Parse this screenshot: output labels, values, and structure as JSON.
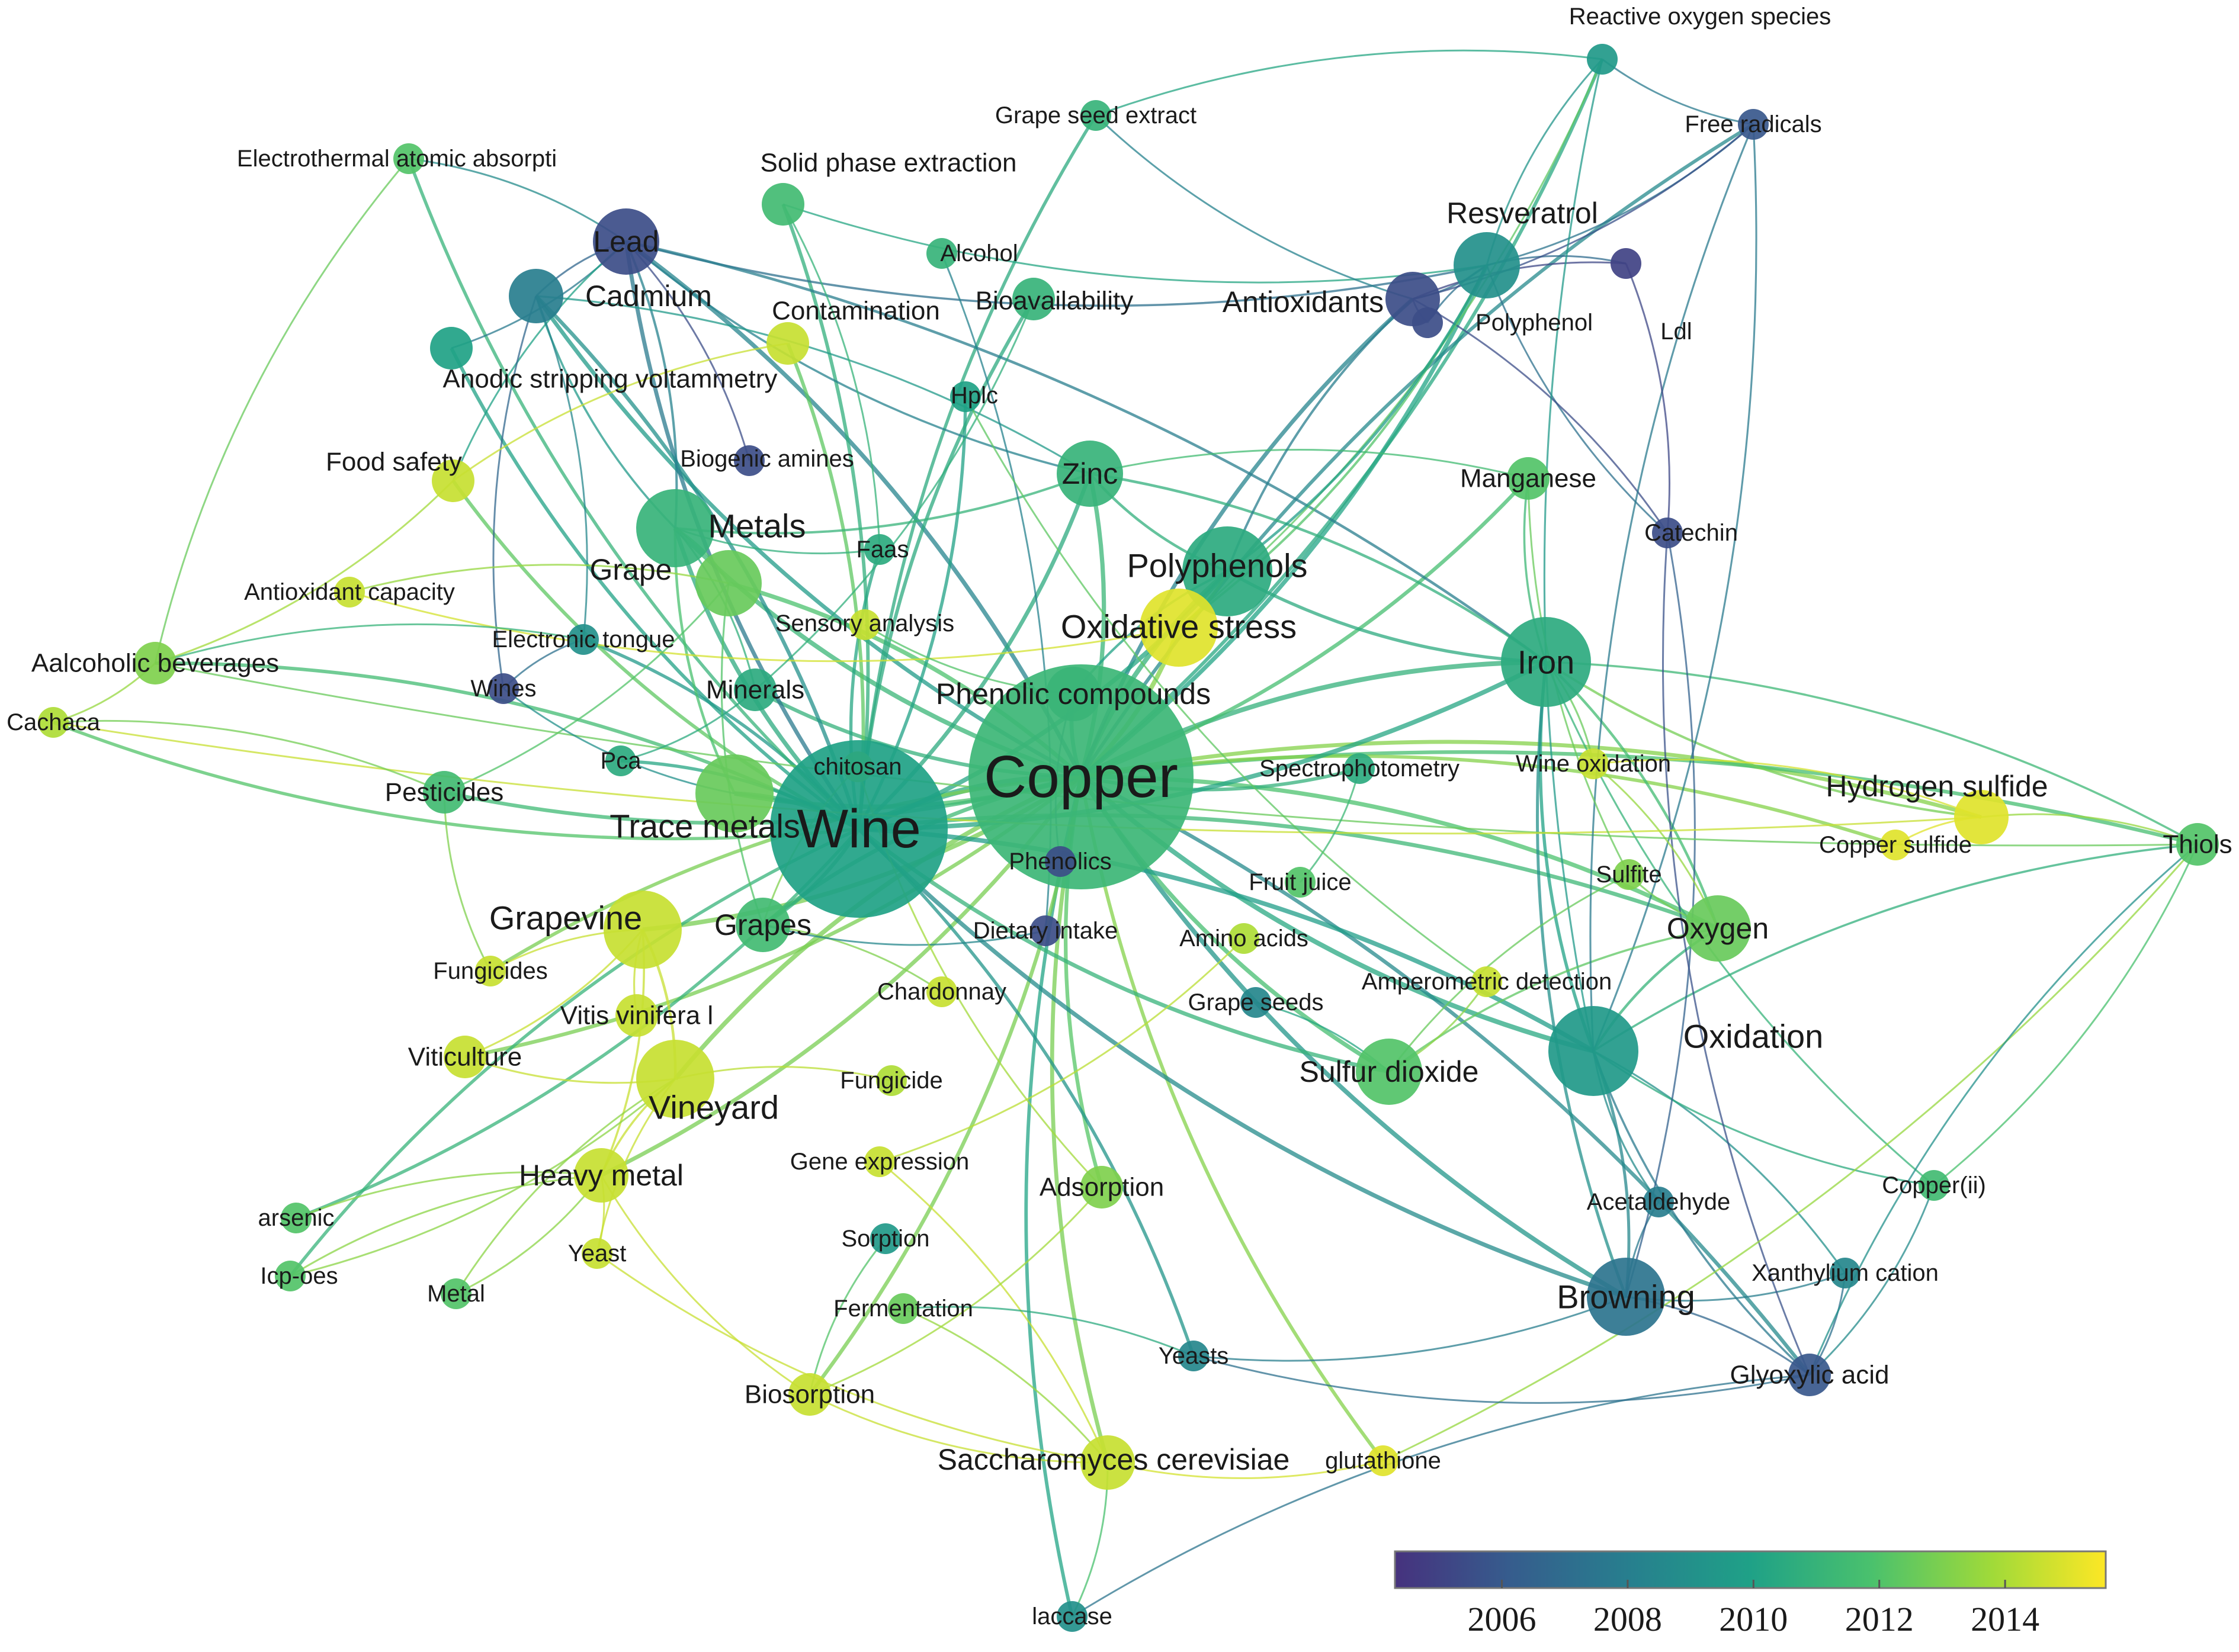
{
  "colors": {
    "scale": [
      "#46327e",
      "#365c8d",
      "#277f8e",
      "#1fa187",
      "#4ac16d",
      "#a0da39",
      "#fde725"
    ],
    "background": "#ffffff"
  },
  "legend": {
    "ticks": [
      "2006",
      "2008",
      "2010",
      "2012",
      "2014"
    ],
    "year_min": 2004.3,
    "year_max": 2015.6
  },
  "nodes": [
    {
      "id": "reactive-oxygen-species",
      "label": "Reactive oxygen species",
      "year": 2009.5,
      "weight": 1
    },
    {
      "id": "free-radicals",
      "label": "Free radicals",
      "year": 2006.0,
      "weight": 1
    },
    {
      "id": "grape-seed-extract",
      "label": "Grape seed extract",
      "year": 2011.0,
      "weight": 1
    },
    {
      "id": "electrothermal-atomic-absorption",
      "label": "Electrothermal atomic absorpti",
      "year": 2012.0,
      "weight": 1
    },
    {
      "id": "solid-phase-extraction",
      "label": "Solid phase extraction",
      "year": 2011.5,
      "weight": 2
    },
    {
      "id": "resveratrol",
      "label": "Resveratrol",
      "year": 2009.0,
      "weight": 4
    },
    {
      "id": "lead",
      "label": "Lead",
      "year": 2005.5,
      "weight": 4
    },
    {
      "id": "alcohol",
      "label": "Alcohol",
      "year": 2011.0,
      "weight": 1
    },
    {
      "id": "cadmium",
      "label": "Cadmium",
      "year": 2008.0,
      "weight": 3
    },
    {
      "id": "contamination",
      "label": "Contamination",
      "year": 2014.5,
      "weight": 2
    },
    {
      "id": "bioavailability",
      "label": "Bioavailability",
      "year": 2011.0,
      "weight": 2
    },
    {
      "id": "antioxidants",
      "label": "Antioxidants",
      "year": 2005.5,
      "weight": 3
    },
    {
      "id": "polyphenol",
      "label": "Polyphenol",
      "year": 2005.5,
      "weight": 1
    },
    {
      "id": "ldl",
      "label": "Ldl",
      "year": 2005.0,
      "weight": 1
    },
    {
      "id": "anodic-stripping-voltammetry",
      "label": "Anodic stripping voltammetry",
      "year": 2010.0,
      "weight": 2
    },
    {
      "id": "hplc",
      "label": "Hplc",
      "year": 2010.0,
      "weight": 1
    },
    {
      "id": "food-safety",
      "label": "Food safety",
      "year": 2014.5,
      "weight": 2
    },
    {
      "id": "biogenic-amines",
      "label": "Biogenic amines",
      "year": 2005.5,
      "weight": 1
    },
    {
      "id": "zinc",
      "label": "Zinc",
      "year": 2011.0,
      "weight": 4
    },
    {
      "id": "manganese",
      "label": "Manganese",
      "year": 2012.0,
      "weight": 2
    },
    {
      "id": "metals",
      "label": "Metals",
      "year": 2011.0,
      "weight": 5
    },
    {
      "id": "faas",
      "label": "Faas",
      "year": 2010.5,
      "weight": 1
    },
    {
      "id": "catechin",
      "label": "Catechin",
      "year": 2005.5,
      "weight": 1
    },
    {
      "id": "grape",
      "label": "Grape",
      "year": 2012.5,
      "weight": 4
    },
    {
      "id": "polyphenols",
      "label": "Polyphenols",
      "year": 2010.5,
      "weight": 6
    },
    {
      "id": "antioxidant-capacity",
      "label": "Antioxidant capacity",
      "year": 2014.5,
      "weight": 1
    },
    {
      "id": "sensory-analysis",
      "label": "Sensory analysis",
      "year": 2014.5,
      "weight": 1
    },
    {
      "id": "oxidative-stress",
      "label": "Oxidative stress",
      "year": 2015.0,
      "weight": 5
    },
    {
      "id": "electronic-tongue",
      "label": "Electronic tongue",
      "year": 2009.0,
      "weight": 1
    },
    {
      "id": "aalcoholic-beverages",
      "label": "Aalcoholic beverages",
      "year": 2013.0,
      "weight": 2
    },
    {
      "id": "iron",
      "label": "Iron",
      "year": 2010.5,
      "weight": 6
    },
    {
      "id": "wines",
      "label": "Wines",
      "year": 2005.5,
      "weight": 1
    },
    {
      "id": "minerals",
      "label": "Minerals",
      "year": 2010.5,
      "weight": 2
    },
    {
      "id": "phenolic-compounds",
      "label": "Phenolic compounds",
      "year": 2009.5,
      "weight": 3
    },
    {
      "id": "cachaca",
      "label": "Cachaca",
      "year": 2014.0,
      "weight": 1
    },
    {
      "id": "pca",
      "label": "Pca",
      "year": 2010.5,
      "weight": 1
    },
    {
      "id": "chitosan",
      "label": "chitosan",
      "year": 2014.5,
      "weight": 1
    },
    {
      "id": "copper",
      "label": "Copper",
      "year": 2011.2,
      "weight": 12
    },
    {
      "id": "spectrophotometry",
      "label": "Spectrophotometry",
      "year": 2010.5,
      "weight": 1
    },
    {
      "id": "wine-oxidation",
      "label": "Wine oxidation",
      "year": 2014.5,
      "weight": 1
    },
    {
      "id": "hydrogen-sulfide",
      "label": "Hydrogen sulfide",
      "year": 2015.0,
      "weight": 3
    },
    {
      "id": "pesticides",
      "label": "Pesticides",
      "year": 2011.5,
      "weight": 2
    },
    {
      "id": "trace-metals",
      "label": "Trace metals",
      "year": 2012.5,
      "weight": 5
    },
    {
      "id": "wine",
      "label": "Wine",
      "year": 2010.0,
      "weight": 11
    },
    {
      "id": "phenolics",
      "label": "Phenolics",
      "year": 2005.5,
      "weight": 1
    },
    {
      "id": "copper-sulfide",
      "label": "Copper sulfide",
      "year": 2015.0,
      "weight": 1
    },
    {
      "id": "thiols",
      "label": "Thiols",
      "year": 2012.0,
      "weight": 2
    },
    {
      "id": "fruit-juice",
      "label": "Fruit juice",
      "year": 2012.0,
      "weight": 1
    },
    {
      "id": "sulfite",
      "label": "Sulfite",
      "year": 2013.0,
      "weight": 1
    },
    {
      "id": "grapevine",
      "label": "Grapevine",
      "year": 2014.5,
      "weight": 5
    },
    {
      "id": "grapes",
      "label": "Grapes",
      "year": 2011.5,
      "weight": 3
    },
    {
      "id": "dietary-intake",
      "label": "Dietary intake",
      "year": 2005.5,
      "weight": 1
    },
    {
      "id": "oxygen",
      "label": "Oxygen",
      "year": 2012.5,
      "weight": 4
    },
    {
      "id": "amino-acids",
      "label": "Amino acids",
      "year": 2014.0,
      "weight": 1
    },
    {
      "id": "fungicides",
      "label": "Fungicides",
      "year": 2014.5,
      "weight": 1
    },
    {
      "id": "amperometric-detection",
      "label": "Amperometric detection",
      "year": 2014.5,
      "weight": 1
    },
    {
      "id": "chardonnay",
      "label": "Chardonnay",
      "year": 2014.5,
      "weight": 1
    },
    {
      "id": "grape-seeds",
      "label": "Grape seeds",
      "year": 2008.5,
      "weight": 1
    },
    {
      "id": "vitis-vinifera-l",
      "label": "Vitis vinifera l",
      "year": 2014.5,
      "weight": 2
    },
    {
      "id": "oxidation",
      "label": "Oxidation",
      "year": 2009.5,
      "weight": 6
    },
    {
      "id": "viticulture",
      "label": "Viticulture",
      "year": 2014.5,
      "weight": 2
    },
    {
      "id": "sulfur-dioxide",
      "label": "Sulfur dioxide",
      "year": 2012.0,
      "weight": 4
    },
    {
      "id": "fungicide",
      "label": "Fungicide",
      "year": 2014.0,
      "weight": 1
    },
    {
      "id": "vineyard",
      "label": "Vineyard",
      "year": 2014.5,
      "weight": 5
    },
    {
      "id": "gene-expression",
      "label": "Gene expression",
      "year": 2014.5,
      "weight": 1
    },
    {
      "id": "heavy-metal",
      "label": "Heavy metal",
      "year": 2014.5,
      "weight": 3
    },
    {
      "id": "adsorption",
      "label": "Adsorption",
      "year": 2013.0,
      "weight": 2
    },
    {
      "id": "acetaldehyde",
      "label": "Acetaldehyde",
      "year": 2008.0,
      "weight": 1
    },
    {
      "id": "copper-ii",
      "label": "Copper(ii)",
      "year": 2011.5,
      "weight": 1
    },
    {
      "id": "arsenic",
      "label": "arsenic",
      "year": 2012.0,
      "weight": 1
    },
    {
      "id": "yeast",
      "label": "Yeast",
      "year": 2014.5,
      "weight": 1
    },
    {
      "id": "sorption",
      "label": "Sorption",
      "year": 2009.5,
      "weight": 1
    },
    {
      "id": "xanthylium-cation",
      "label": "Xanthylium cation",
      "year": 2008.5,
      "weight": 1
    },
    {
      "id": "icp-oes",
      "label": "Icp-oes",
      "year": 2012.0,
      "weight": 1
    },
    {
      "id": "metal",
      "label": "Metal",
      "year": 2012.0,
      "weight": 1
    },
    {
      "id": "fermentation",
      "label": "Fermentation",
      "year": 2012.5,
      "weight": 1
    },
    {
      "id": "browning",
      "label": "Browning",
      "year": 2007.5,
      "weight": 5
    },
    {
      "id": "yeasts",
      "label": "Yeasts",
      "year": 2008.5,
      "weight": 1
    },
    {
      "id": "glyoxylic-acid",
      "label": "Glyoxylic acid",
      "year": 2006.0,
      "weight": 2
    },
    {
      "id": "biosorption",
      "label": "Biosorption",
      "year": 2014.5,
      "weight": 2
    },
    {
      "id": "saccharomyces-cerevisiae",
      "label": "Saccharomyces cerevisiae",
      "year": 2014.5,
      "weight": 3
    },
    {
      "id": "glutathione",
      "label": "glutathione",
      "year": 2015.0,
      "weight": 1
    },
    {
      "id": "laccase",
      "label": "laccase",
      "year": 2009.0,
      "weight": 1
    }
  ],
  "edges": [
    [
      "copper",
      "wine"
    ],
    [
      "copper",
      "iron"
    ],
    [
      "copper",
      "zinc"
    ],
    [
      "copper",
      "metals"
    ],
    [
      "copper",
      "oxidation"
    ],
    [
      "copper",
      "polyphenols"
    ],
    [
      "copper",
      "oxidative-stress"
    ],
    [
      "copper",
      "phenolic-compounds"
    ],
    [
      "copper",
      "lead"
    ],
    [
      "copper",
      "cadmium"
    ],
    [
      "copper",
      "grape"
    ],
    [
      "copper",
      "grapevine"
    ],
    [
      "copper",
      "vineyard"
    ],
    [
      "copper",
      "heavy-metal"
    ],
    [
      "copper",
      "browning"
    ],
    [
      "copper",
      "oxygen"
    ],
    [
      "copper",
      "sulfur-dioxide"
    ],
    [
      "copper",
      "hydrogen-sulfide"
    ],
    [
      "copper",
      "resveratrol"
    ],
    [
      "copper",
      "antioxidants"
    ],
    [
      "copper",
      "manganese"
    ],
    [
      "copper",
      "trace-metals"
    ],
    [
      "copper",
      "saccharomyces-cerevisiae"
    ],
    [
      "copper",
      "thiols"
    ],
    [
      "copper",
      "adsorption"
    ],
    [
      "copper",
      "minerals"
    ],
    [
      "copper",
      "glutathione"
    ],
    [
      "copper",
      "copper-sulfide"
    ],
    [
      "copper",
      "spectrophotometry"
    ],
    [
      "copper",
      "glyoxylic-acid"
    ],
    [
      "copper",
      "laccase"
    ],
    [
      "copper",
      "biosorption"
    ],
    [
      "copper",
      "reactive-oxygen-species"
    ],
    [
      "copper",
      "free-radicals"
    ],
    [
      "copper",
      "grapes"
    ],
    [
      "copper",
      "pesticides"
    ],
    [
      "copper",
      "fungicides"
    ],
    [
      "copper",
      "viticulture"
    ],
    [
      "wine",
      "iron"
    ],
    [
      "wine",
      "lead"
    ],
    [
      "wine",
      "cadmium"
    ],
    [
      "wine",
      "metals"
    ],
    [
      "wine",
      "zinc"
    ],
    [
      "wine",
      "oxidation"
    ],
    [
      "wine",
      "polyphenols"
    ],
    [
      "wine",
      "anodic-stripping-voltammetry"
    ],
    [
      "wine",
      "electronic-tongue"
    ],
    [
      "wine",
      "food-safety"
    ],
    [
      "wine",
      "trace-metals"
    ],
    [
      "wine",
      "grapes"
    ],
    [
      "wine",
      "aalcoholic-beverages"
    ],
    [
      "wine",
      "cachaca"
    ],
    [
      "wine",
      "solid-phase-extraction"
    ],
    [
      "wine",
      "electrothermal-atomic-absorption"
    ],
    [
      "wine",
      "browning"
    ],
    [
      "wine",
      "oxygen"
    ],
    [
      "wine",
      "sulfur-dioxide"
    ],
    [
      "wine",
      "yeasts"
    ],
    [
      "wine",
      "icp-oes"
    ],
    [
      "wine",
      "arsenic"
    ],
    [
      "wine",
      "pca"
    ],
    [
      "wine",
      "grape-seed-extract"
    ],
    [
      "wine",
      "hplc"
    ],
    [
      "wine",
      "faas"
    ],
    [
      "wine",
      "contamination"
    ],
    [
      "wine",
      "bioavailability"
    ],
    [
      "lead",
      "cadmium"
    ],
    [
      "lead",
      "metals"
    ],
    [
      "lead",
      "zinc"
    ],
    [
      "lead",
      "anodic-stripping-voltammetry"
    ],
    [
      "lead",
      "electrothermal-atomic-absorption"
    ],
    [
      "lead",
      "biogenic-amines"
    ],
    [
      "lead",
      "resveratrol"
    ],
    [
      "lead",
      "iron"
    ],
    [
      "lead",
      "food-safety"
    ],
    [
      "cadmium",
      "zinc"
    ],
    [
      "cadmium",
      "metals"
    ],
    [
      "cadmium",
      "electronic-tongue"
    ],
    [
      "cadmium",
      "wines"
    ],
    [
      "resveratrol",
      "antioxidants"
    ],
    [
      "resveratrol",
      "polyphenol"
    ],
    [
      "resveratrol",
      "ldl"
    ],
    [
      "resveratrol",
      "free-radicals"
    ],
    [
      "resveratrol",
      "reactive-oxygen-species"
    ],
    [
      "resveratrol",
      "catechin"
    ],
    [
      "resveratrol",
      "oxidative-stress"
    ],
    [
      "antioxidants",
      "polyphenol"
    ],
    [
      "antioxidants",
      "ldl"
    ],
    [
      "antioxidants",
      "free-radicals"
    ],
    [
      "antioxidants",
      "catechin"
    ],
    [
      "reactive-oxygen-species",
      "free-radicals"
    ],
    [
      "reactive-oxygen-species",
      "oxidative-stress"
    ],
    [
      "reactive-oxygen-species",
      "oxidation"
    ],
    [
      "iron",
      "manganese"
    ],
    [
      "iron",
      "oxidation"
    ],
    [
      "iron",
      "oxygen"
    ],
    [
      "iron",
      "zinc"
    ],
    [
      "iron",
      "polyphenols"
    ],
    [
      "iron",
      "hydrogen-sulfide"
    ],
    [
      "iron",
      "thiols"
    ],
    [
      "iron",
      "browning"
    ],
    [
      "iron",
      "wine-oxidation"
    ],
    [
      "iron",
      "copper-ii"
    ],
    [
      "oxidation",
      "browning"
    ],
    [
      "oxidation",
      "glyoxylic-acid"
    ],
    [
      "oxidation",
      "xanthylium-cation"
    ],
    [
      "oxidation",
      "acetaldehyde"
    ],
    [
      "oxidation",
      "oxygen"
    ],
    [
      "oxidation",
      "copper-ii"
    ],
    [
      "oxidation",
      "thiols"
    ],
    [
      "oxidation",
      "free-radicals"
    ],
    [
      "browning",
      "glyoxylic-acid"
    ],
    [
      "browning",
      "xanthylium-cation"
    ],
    [
      "browning",
      "acetaldehyde"
    ],
    [
      "browning",
      "catechin"
    ],
    [
      "browning",
      "yeasts"
    ],
    [
      "glyoxylic-acid",
      "xanthylium-cation"
    ],
    [
      "glyoxylic-acid",
      "catechin"
    ],
    [
      "hydrogen-sulfide",
      "copper-sulfide"
    ],
    [
      "hydrogen-sulfide",
      "thiols"
    ],
    [
      "hydrogen-sulfide",
      "wine-oxidation"
    ],
    [
      "sulfur-dioxide",
      "oxygen"
    ],
    [
      "sulfur-dioxide",
      "amperometric-detection"
    ],
    [
      "sulfur-dioxide",
      "sulfite"
    ],
    [
      "sulfur-dioxide",
      "grape-seeds"
    ],
    [
      "oxygen",
      "sulfite"
    ],
    [
      "oxygen",
      "wine-oxidation"
    ],
    [
      "grapevine",
      "vineyard"
    ],
    [
      "grapevine",
      "fungicides"
    ],
    [
      "grapevine",
      "viticulture"
    ],
    [
      "grapevine",
      "vitis-vinifera-l"
    ],
    [
      "grapevine",
      "heavy-metal"
    ],
    [
      "vineyard",
      "heavy-metal"
    ],
    [
      "vineyard",
      "viticulture"
    ],
    [
      "vineyard",
      "yeast"
    ],
    [
      "vineyard",
      "icp-oes"
    ],
    [
      "vineyard",
      "metal"
    ],
    [
      "vineyard",
      "fungicide"
    ],
    [
      "heavy-metal",
      "arsenic"
    ],
    [
      "heavy-metal",
      "yeast"
    ],
    [
      "heavy-metal",
      "icp-oes"
    ],
    [
      "heavy-metal",
      "metal"
    ],
    [
      "heavy-metal",
      "biosorption"
    ],
    [
      "saccharomyces-cerevisiae",
      "biosorption"
    ],
    [
      "saccharomyces-cerevisiae",
      "glutathione"
    ],
    [
      "saccharomyces-cerevisiae",
      "yeast"
    ],
    [
      "saccharomyces-cerevisiae",
      "fermentation"
    ],
    [
      "saccharomyces-cerevisiae",
      "laccase"
    ],
    [
      "saccharomyces-cerevisiae",
      "gene-expression"
    ],
    [
      "biosorption",
      "sorption"
    ],
    [
      "biosorption",
      "adsorption"
    ],
    [
      "fermentation",
      "yeasts"
    ],
    [
      "metals",
      "trace-metals"
    ],
    [
      "metals",
      "minerals"
    ],
    [
      "metals",
      "faas"
    ],
    [
      "metals",
      "grape"
    ],
    [
      "metals",
      "zinc"
    ],
    [
      "zinc",
      "manganese"
    ],
    [
      "zinc",
      "polyphenols"
    ],
    [
      "polyphenols",
      "oxidative-stress"
    ],
    [
      "polyphenols",
      "phenolic-compounds"
    ],
    [
      "polyphenols",
      "antioxidants"
    ],
    [
      "polyphenols",
      "resveratrol"
    ],
    [
      "oxidative-stress",
      "antioxidant-capacity"
    ],
    [
      "phenolic-compounds",
      "phenolics"
    ],
    [
      "phenolic-compounds",
      "sensory-analysis"
    ],
    [
      "grape",
      "grapes"
    ],
    [
      "grape",
      "pesticides"
    ],
    [
      "grape",
      "antioxidant-capacity"
    ],
    [
      "aalcoholic-beverages",
      "cachaca"
    ],
    [
      "aalcoholic-beverages",
      "food-safety"
    ],
    [
      "aalcoholic-beverages",
      "electronic-tongue"
    ],
    [
      "aalcoholic-beverages",
      "thiols"
    ],
    [
      "aalcoholic-beverages",
      "electrothermal-atomic-absorption"
    ],
    [
      "cachaca",
      "hydrogen-sulfide"
    ],
    [
      "cachaca",
      "pesticides"
    ],
    [
      "pesticides",
      "fungicides"
    ],
    [
      "grapes",
      "chardonnay"
    ],
    [
      "grapes",
      "dietary-intake"
    ],
    [
      "grapes",
      "chitosan"
    ],
    [
      "chitosan",
      "adsorption"
    ],
    [
      "amino-acids",
      "gene-expression"
    ],
    [
      "fruit-juice",
      "spectrophotometry"
    ],
    [
      "solid-phase-extraction",
      "faas"
    ],
    [
      "solid-phase-extraction",
      "resveratrol"
    ],
    [
      "grape-seed-extract",
      "reactive-oxygen-species"
    ],
    [
      "grape-seed-extract",
      "antioxidants"
    ],
    [
      "alcohol",
      "dietary-intake"
    ],
    [
      "contamination",
      "food-safety"
    ],
    [
      "bioavailability",
      "minerals"
    ],
    [
      "hplc",
      "amperometric-detection"
    ],
    [
      "laccase",
      "glyoxylic-acid"
    ],
    [
      "glutathione",
      "thiols"
    ],
    [
      "copper-ii",
      "glyoxylic-acid"
    ],
    [
      "thiols",
      "glyoxylic-acid"
    ],
    [
      "thiols",
      "copper-ii"
    ],
    [
      "free-radicals",
      "oxidation"
    ],
    [
      "ldl",
      "catechin"
    ],
    [
      "manganese",
      "sulfite"
    ],
    [
      "wines",
      "electronic-tongue"
    ],
    [
      "wines",
      "trace-metals"
    ],
    [
      "minerals",
      "pca"
    ],
    [
      "yeasts",
      "glyoxylic-acid"
    ]
  ]
}
